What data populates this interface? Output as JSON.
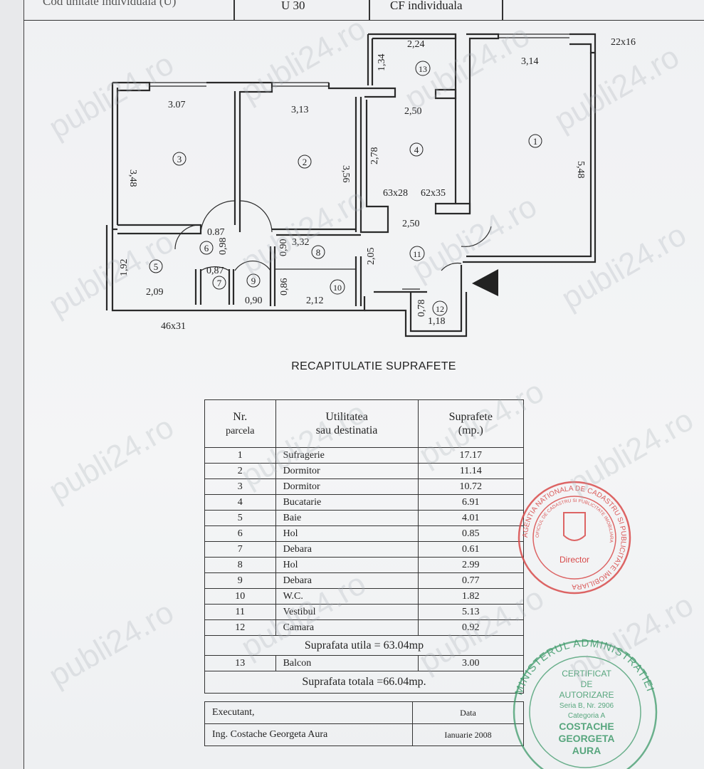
{
  "header": {
    "cell1": "Cod unitate individuala (U)",
    "cell2": "U 30",
    "cell3": "CF individuala"
  },
  "plan": {
    "dims": [
      "3.07",
      "3,13",
      "2,24",
      "1,34",
      "3,14",
      "22x16",
      "3,48",
      "3,56",
      "2,78",
      "2,50",
      "5,48",
      "63x28",
      "62x35",
      "0.87",
      "0,98",
      "3,32",
      "0,90",
      "2,50",
      "2,05",
      "1,92",
      "0,87",
      "0,86",
      "0,90",
      "2,12",
      "2,09",
      "0,78",
      "1,18",
      "46x31"
    ],
    "rooms": [
      "1",
      "2",
      "3",
      "4",
      "5",
      "6",
      "7",
      "8",
      "9",
      "10",
      "11",
      "12",
      "13"
    ]
  },
  "recap": {
    "title": "RECAPITULATIE SUPRAFETE",
    "head_nr": [
      "Nr.",
      "parcela"
    ],
    "head_util": [
      "Utilitatea",
      "sau destinatia"
    ],
    "head_sup": [
      "Suprafete",
      "(mp.)"
    ],
    "rows": [
      {
        "nr": "1",
        "name": "Sufragerie",
        "area": "17.17"
      },
      {
        "nr": "2",
        "name": "Dormitor",
        "area": "11.14"
      },
      {
        "nr": "3",
        "name": "Dormitor",
        "area": "10.72"
      },
      {
        "nr": "4",
        "name": "Bucatarie",
        "area": "6.91"
      },
      {
        "nr": "5",
        "name": "Baie",
        "area": "4.01"
      },
      {
        "nr": "6",
        "name": "Hol",
        "area": "0.85"
      },
      {
        "nr": "7",
        "name": "Debara",
        "area": "0.61"
      },
      {
        "nr": "8",
        "name": "Hol",
        "area": "2.99"
      },
      {
        "nr": "9",
        "name": "Debara",
        "area": "0.77"
      },
      {
        "nr": "10",
        "name": "W.C.",
        "area": "1.82"
      },
      {
        "nr": "11",
        "name": "Vestibul",
        "area": "5.13"
      },
      {
        "nr": "12",
        "name": "Camara",
        "area": "0.92"
      }
    ],
    "utila": "Suprafata utila = 63.04mp",
    "balcon": {
      "nr": "13",
      "name": "Balcon",
      "area": "3.00"
    },
    "totala": "Suprafata totala =66.04mp."
  },
  "signature": {
    "executant_label": "Executant,",
    "data_label": "Data",
    "executant_name": "Ing. Costache Georgeta Aura",
    "date": "Ianuarie  2008"
  },
  "stamps": {
    "red_ring": "AGENTIA NATIONALA DE CADASTRU SI PUBLICITATE IMOBILIARA",
    "red_inner": "OFICIUL DE CADASTRU SI PUBLICITATE IMOBILIARA",
    "red_center": "Director",
    "green_ring": "MINISTERUL ADMINISTRATIEI",
    "green_lines": [
      "CERTIFICAT",
      "DE",
      "AUTORIZARE",
      "Seria B, Nr. 2906",
      "Categoria A",
      "COSTACHE",
      "GEORGETA",
      "AURA"
    ]
  },
  "watermark": "publi24.ro",
  "colors": {
    "red_stamp": "#d84a4a",
    "green_stamp": "#3e9a6a",
    "ink": "#222222"
  }
}
